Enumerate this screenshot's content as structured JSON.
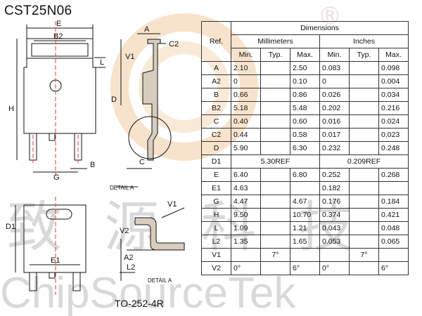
{
  "title": "CST25N06",
  "package_label": "TO-252-4R",
  "watermark": {
    "chinese": "致源科技",
    "brand": "ChipSourceTek",
    "registered_mark": "®"
  },
  "drawing_labels": {
    "E": "E",
    "B2": "B2",
    "L": "L",
    "H": "H",
    "G": "G",
    "B": "B",
    "A": "A",
    "C2": "C2",
    "V1": "V1",
    "D": "D",
    "C": "C",
    "detail_a": "DETAIL A",
    "D1": "D1",
    "E1": "E1",
    "V1b": "V1",
    "V2": "V2",
    "A2": "A2",
    "L2": "L2"
  },
  "table": {
    "header_dimensions": "Dimensions",
    "header_ref": "Ref.",
    "header_mm": "Millimeters",
    "header_in": "Inches",
    "sub": [
      "Min.",
      "Typ.",
      "Max.",
      "Min.",
      "Typ.",
      "Max."
    ],
    "rows": [
      {
        "ref": "A",
        "mm_min": "2.10",
        "mm_typ": "",
        "mm_max": "2.50",
        "in_min": "0.083",
        "in_typ": "",
        "in_max": "0.098"
      },
      {
        "ref": "A2",
        "mm_min": "0",
        "mm_typ": "",
        "mm_max": "0.10",
        "in_min": "0",
        "in_typ": "",
        "in_max": "0.004"
      },
      {
        "ref": "B",
        "mm_min": "0.66",
        "mm_typ": "",
        "mm_max": "0.86",
        "in_min": "0.026",
        "in_typ": "",
        "in_max": "0.034"
      },
      {
        "ref": "B2",
        "mm_min": "5.18",
        "mm_typ": "",
        "mm_max": "5.48",
        "in_min": "0.202",
        "in_typ": "",
        "in_max": "0.216"
      },
      {
        "ref": "C",
        "mm_min": "0.40",
        "mm_typ": "",
        "mm_max": "0.60",
        "in_min": "0.016",
        "in_typ": "",
        "in_max": "0.024"
      },
      {
        "ref": "C2",
        "mm_min": "0.44",
        "mm_typ": "",
        "mm_max": "0.58",
        "in_min": "0.017",
        "in_typ": "",
        "in_max": "0.023"
      },
      {
        "ref": "D",
        "mm_min": "5.90",
        "mm_typ": "",
        "mm_max": "6.30",
        "in_min": "0.232",
        "in_typ": "",
        "in_max": "0.248"
      },
      {
        "ref": "D1",
        "mm_ref": "5.30REF",
        "in_ref": "0.209REF"
      },
      {
        "ref": "E",
        "mm_min": "6.40",
        "mm_typ": "",
        "mm_max": "6.80",
        "in_min": "0.252",
        "in_typ": "",
        "in_max": "0.268"
      },
      {
        "ref": "E1",
        "mm_min": "4.63",
        "mm_typ": "",
        "mm_max": "",
        "in_min": "0.182",
        "in_typ": "",
        "in_max": ""
      },
      {
        "ref": "G",
        "mm_min": "4.47",
        "mm_typ": "",
        "mm_max": "4.67",
        "in_min": "0.176",
        "in_typ": "",
        "in_max": "0.184"
      },
      {
        "ref": "H",
        "mm_min": "9.50",
        "mm_typ": "",
        "mm_max": "10.70",
        "in_min": "0.374",
        "in_typ": "",
        "in_max": "0.421"
      },
      {
        "ref": "L",
        "mm_min": "1.09",
        "mm_typ": "",
        "mm_max": "1.21",
        "in_min": "0.043",
        "in_typ": "",
        "in_max": "0.048"
      },
      {
        "ref": "L2",
        "mm_min": "1.35",
        "mm_typ": "",
        "mm_max": "1.65",
        "in_min": "0.053",
        "in_typ": "",
        "in_max": "0.065"
      },
      {
        "ref": "V1",
        "mm_min": "",
        "mm_typ": "7°",
        "mm_max": "",
        "in_min": "",
        "in_typ": "7°",
        "in_max": ""
      },
      {
        "ref": "V2",
        "mm_min": "0°",
        "mm_typ": "",
        "mm_max": "6°",
        "in_min": "0°",
        "in_typ": "",
        "in_max": "6°"
      }
    ]
  },
  "colors": {
    "dashed_center": "#e23c3c",
    "watermark_gray": "#d9d9d9",
    "watermark_ring": "#f6dcc0"
  }
}
